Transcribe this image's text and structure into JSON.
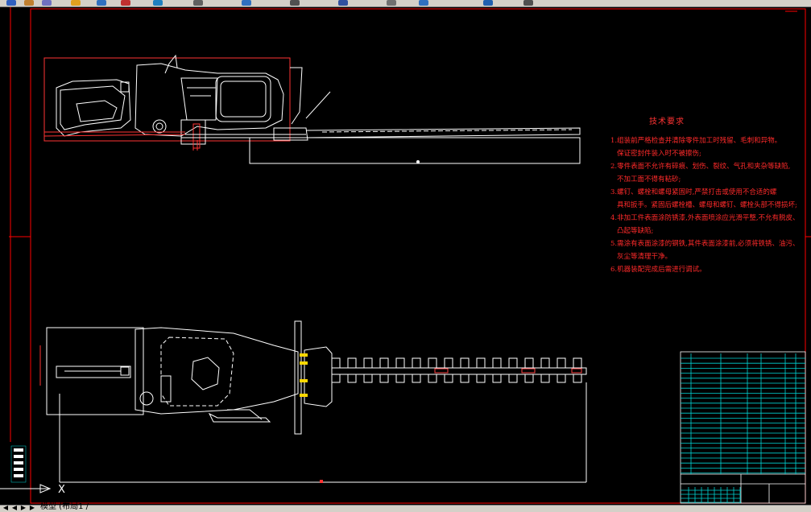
{
  "window": {
    "layout_tab": "模型 (布局1 /"
  },
  "technical_requirements": {
    "title": "技术要求",
    "lines": [
      "1.组装前严格检查并清除零件加工时残留、毛刺和异物。",
      "保证密封件装入时不被擦伤;",
      "2.零件表面不允许有碎痕、划伤、裂纹、气孔和夹杂等缺陷,",
      "不加工面不得有粘砂;",
      "3.螺钉、螺栓和螺母紧固时,严禁打击或使用不合适的螺",
      "具和扳手。紧固后螺栓槽、螺母和螺钉、螺栓头部不得损坏;",
      "4.非加工件表面涂防锈漆,外表面喷涂应光滑平整,不允有脱皮、",
      "凸起等缺陷;",
      "5.需涂有表面涂漆的钢铁,其件表面涂漆前,必须将铁锈、油污、",
      "灰尘等清理干净。",
      "6.机器装配完成后需进行调试。"
    ]
  },
  "colors": {
    "background": "#000000",
    "drawing": "#ffffff",
    "border_red": "#ff0000",
    "text_red": "#ff2a2a",
    "title_block": "#ffffff",
    "title_block_grid": "#00d4d4",
    "toolbar": "#d4d0c8",
    "accent_yellow": "#ffd700"
  },
  "icons": [
    "ucs-icon",
    "layout-nav-first-icon",
    "layout-nav-prev-icon",
    "layout-nav-next-icon",
    "layout-nav-last-icon"
  ]
}
